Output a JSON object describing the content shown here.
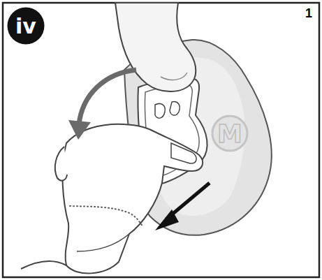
{
  "diagram": {
    "nodes": [
      {
        "text": [
          "iv"
        ]
      },
      {
        "text": [
          "M"
        ]
      }
    ],
    "labels": [
      "1"
    ]
  }
}
